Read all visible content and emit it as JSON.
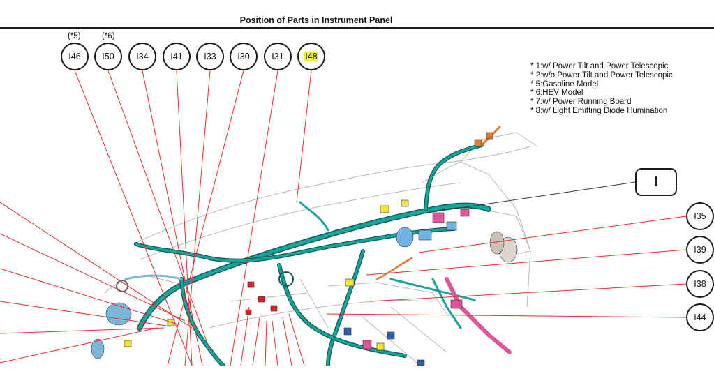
{
  "page": {
    "title": "Position of Parts in Instrument Panel",
    "notes": [
      "* 1:w/ Power Tilt and Power Telescopic",
      "* 2:w/o Power Tilt and Power Telescopic",
      "* 5:Gasoline Model",
      "* 6:HEV Model",
      "* 7:w/ Power Running Board",
      "* 8:w/ Light Emitting Diode Illumination"
    ],
    "view_reference": "I"
  },
  "connectors": {
    "top": [
      {
        "id": "I46",
        "variant": "(*5)",
        "highlighted": false
      },
      {
        "id": "I50",
        "variant": "(*6)",
        "highlighted": false
      },
      {
        "id": "I34",
        "variant": "",
        "highlighted": false
      },
      {
        "id": "I41",
        "variant": "",
        "highlighted": false
      },
      {
        "id": "I33",
        "variant": "",
        "highlighted": false
      },
      {
        "id": "I30",
        "variant": "",
        "highlighted": false
      },
      {
        "id": "I31",
        "variant": "",
        "highlighted": false
      },
      {
        "id": "I48",
        "variant": "",
        "highlighted": true
      }
    ],
    "right": [
      {
        "id": "I35"
      },
      {
        "id": "I39"
      },
      {
        "id": "I38"
      },
      {
        "id": "I44"
      }
    ]
  },
  "colors": {
    "harness": "#1aa39a",
    "harness_dark": "#0b5f5a",
    "leader_line": "#e0302f",
    "highlight": "#f5f03a",
    "connector_pink": "#e0559a",
    "connector_blue": "#6fb4e6",
    "connector_yellow": "#f2e23a",
    "connector_orange": "#e07a2a",
    "connector_red": "#d81f26"
  }
}
